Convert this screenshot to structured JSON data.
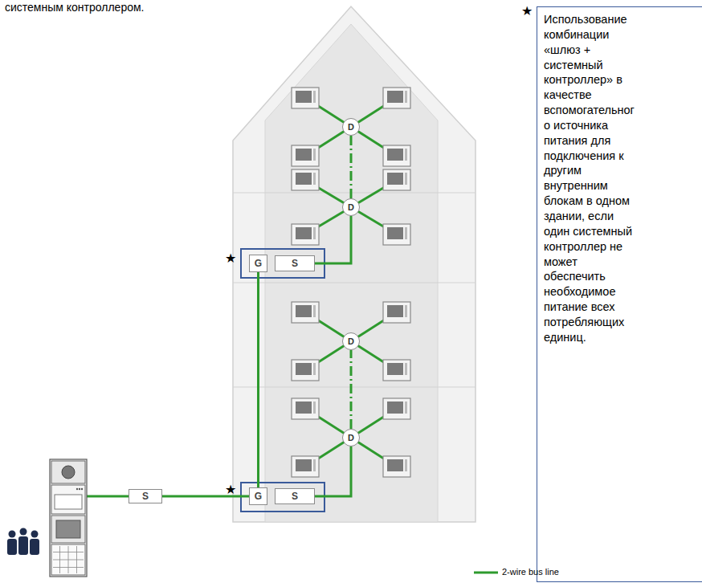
{
  "diagram": {
    "nodes": [
      {
        "text": [
          "D"
        ]
      },
      {
        "text": [
          "D"
        ]
      },
      {
        "text": [
          "G"
        ]
      },
      {
        "text": [
          "S"
        ]
      },
      {
        "text": [
          "D"
        ]
      },
      {
        "text": [
          "D"
        ]
      },
      {
        "text": [
          "S"
        ]
      },
      {
        "text": [
          "G"
        ]
      },
      {
        "text": [
          "S"
        ]
      },
      {
        "text": [
          "Использование комбинации «шлюз + системный контроллер» в качестве вспомогательного источника питания для подключения к другим внутренним блокам в одном здании, если один системный контроллер не может обеспечить необходимое питание всех потребляющих единиц."
        ]
      }
    ],
    "edges": [
      {
        "from": 1,
        "to": 0,
        "arrow": "none"
      },
      {
        "from": 3,
        "to": 1,
        "arrow": "none"
      },
      {
        "from": 2,
        "to": 7,
        "arrow": "none"
      },
      {
        "from": 5,
        "to": 4,
        "arrow": "none"
      },
      {
        "from": 8,
        "to": 5,
        "arrow": "none"
      },
      {
        "from": 6,
        "to": 7,
        "arrow": "none"
      }
    ],
    "labels": [
      "системным контроллером.",
      "★",
      "★",
      "★"
    ],
    "legend": [
      {
        "text": "2-wire bus line"
      }
    ]
  }
}
